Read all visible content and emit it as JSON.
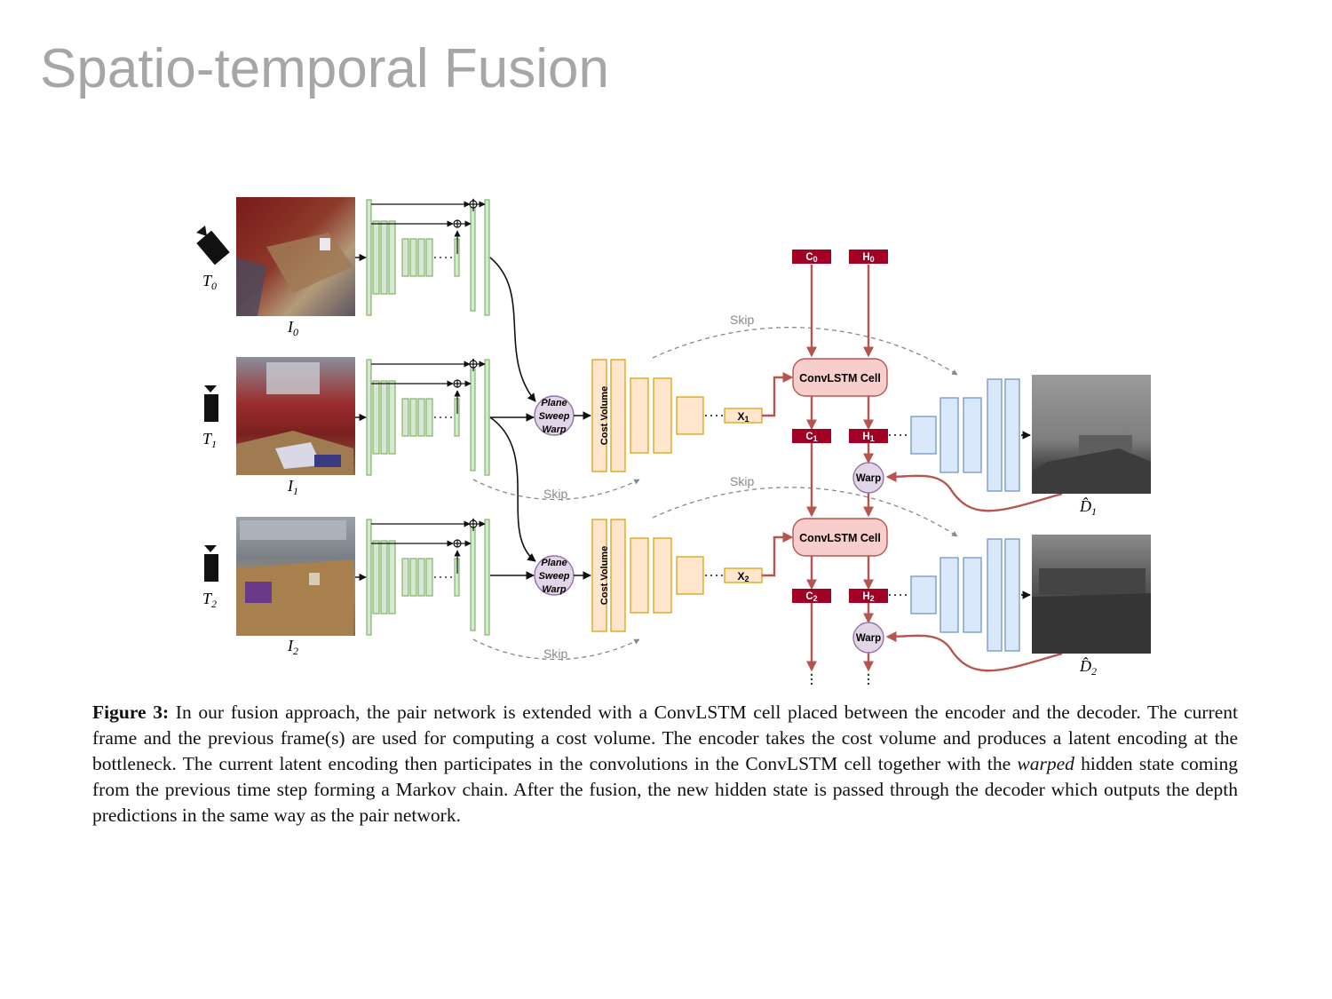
{
  "slide": {
    "title": "Spatio-temporal Fusion"
  },
  "diagram": {
    "cameras": [
      {
        "time_label": "T",
        "time_sub": "0",
        "image_label": "I",
        "image_sub": "0"
      },
      {
        "time_label": "T",
        "time_sub": "1",
        "image_label": "I",
        "image_sub": "1"
      },
      {
        "time_label": "T",
        "time_sub": "2",
        "image_label": "I",
        "image_sub": "2"
      }
    ],
    "plane_sweep": [
      "Plane",
      "Sweep",
      "Warp"
    ],
    "cost_volume": "Cost Volume",
    "latent": [
      {
        "name": "X",
        "sub": "1"
      },
      {
        "name": "X",
        "sub": "2"
      }
    ],
    "skip": "Skip",
    "convlstm": "ConvLSTM Cell",
    "warp": "Warp",
    "cell_states": [
      {
        "name": "C",
        "sub": "0"
      },
      {
        "name": "C",
        "sub": "1"
      },
      {
        "name": "C",
        "sub": "2"
      }
    ],
    "hidden_states": [
      {
        "name": "H",
        "sub": "0"
      },
      {
        "name": "H",
        "sub": "1"
      },
      {
        "name": "H",
        "sub": "2"
      }
    ],
    "outputs": [
      {
        "name": "D̂",
        "sub": "1"
      },
      {
        "name": "D̂",
        "sub": "2"
      }
    ],
    "colors": {
      "encoder_fill": "#d5e8d4",
      "encoder_stroke": "#82b366",
      "cost_fill": "#ffe6cc",
      "cost_stroke": "#d79b00",
      "decoder_fill": "#dae8fc",
      "decoder_stroke": "#6c8ebf",
      "state_fill": "#a20025",
      "lstm_fill": "#f8cecc",
      "lstm_stroke": "#b85450",
      "warp_fill": "#e1d5e7",
      "warp_stroke": "#9673a6"
    }
  },
  "caption": {
    "label": "Figure 3:",
    "text_1": " In our fusion approach, the pair network is extended with a ConvLSTM cell placed between the encoder and the decoder. The current frame and the previous frame(s) are used for computing a cost volume. The encoder takes the cost volume and produces a latent encoding at the bottleneck. The current latent encoding then participates in the convolutions in the ConvLSTM cell together with the ",
    "emphasis": "warped",
    "text_2": " hidden state coming from the previous time step forming a Markov chain. After the fusion, the new hidden state is passed through the decoder which outputs the depth predictions in the same way as the pair network."
  }
}
